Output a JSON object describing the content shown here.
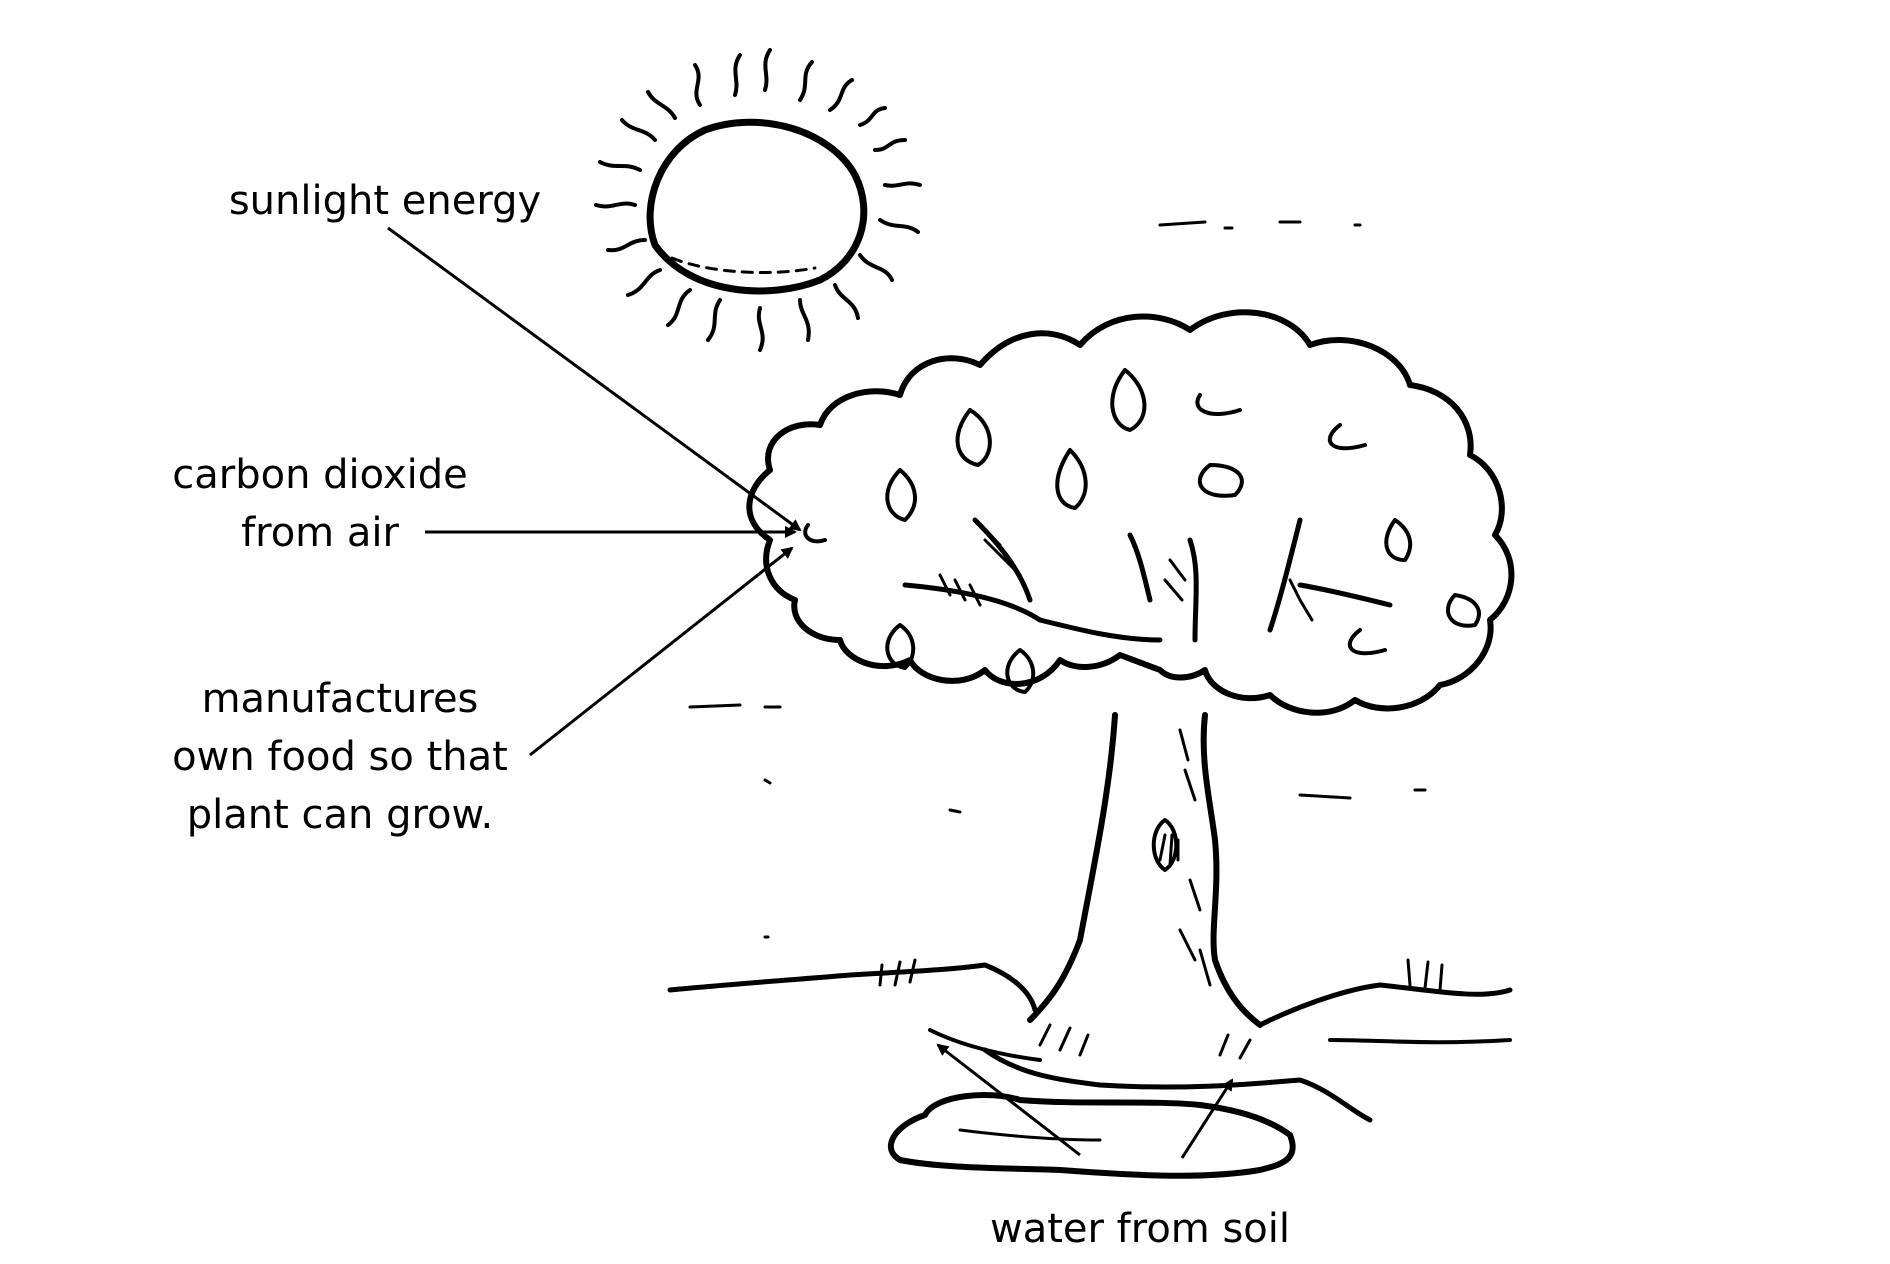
{
  "diagram": {
    "labels": {
      "sunlight": "sunlight energy",
      "co2_line1": "carbon dioxide",
      "co2_line2": "from air",
      "food_line1": "manufactures",
      "food_line2": "own food so that",
      "food_line3": "plant can grow.",
      "water": "water from soil"
    }
  }
}
